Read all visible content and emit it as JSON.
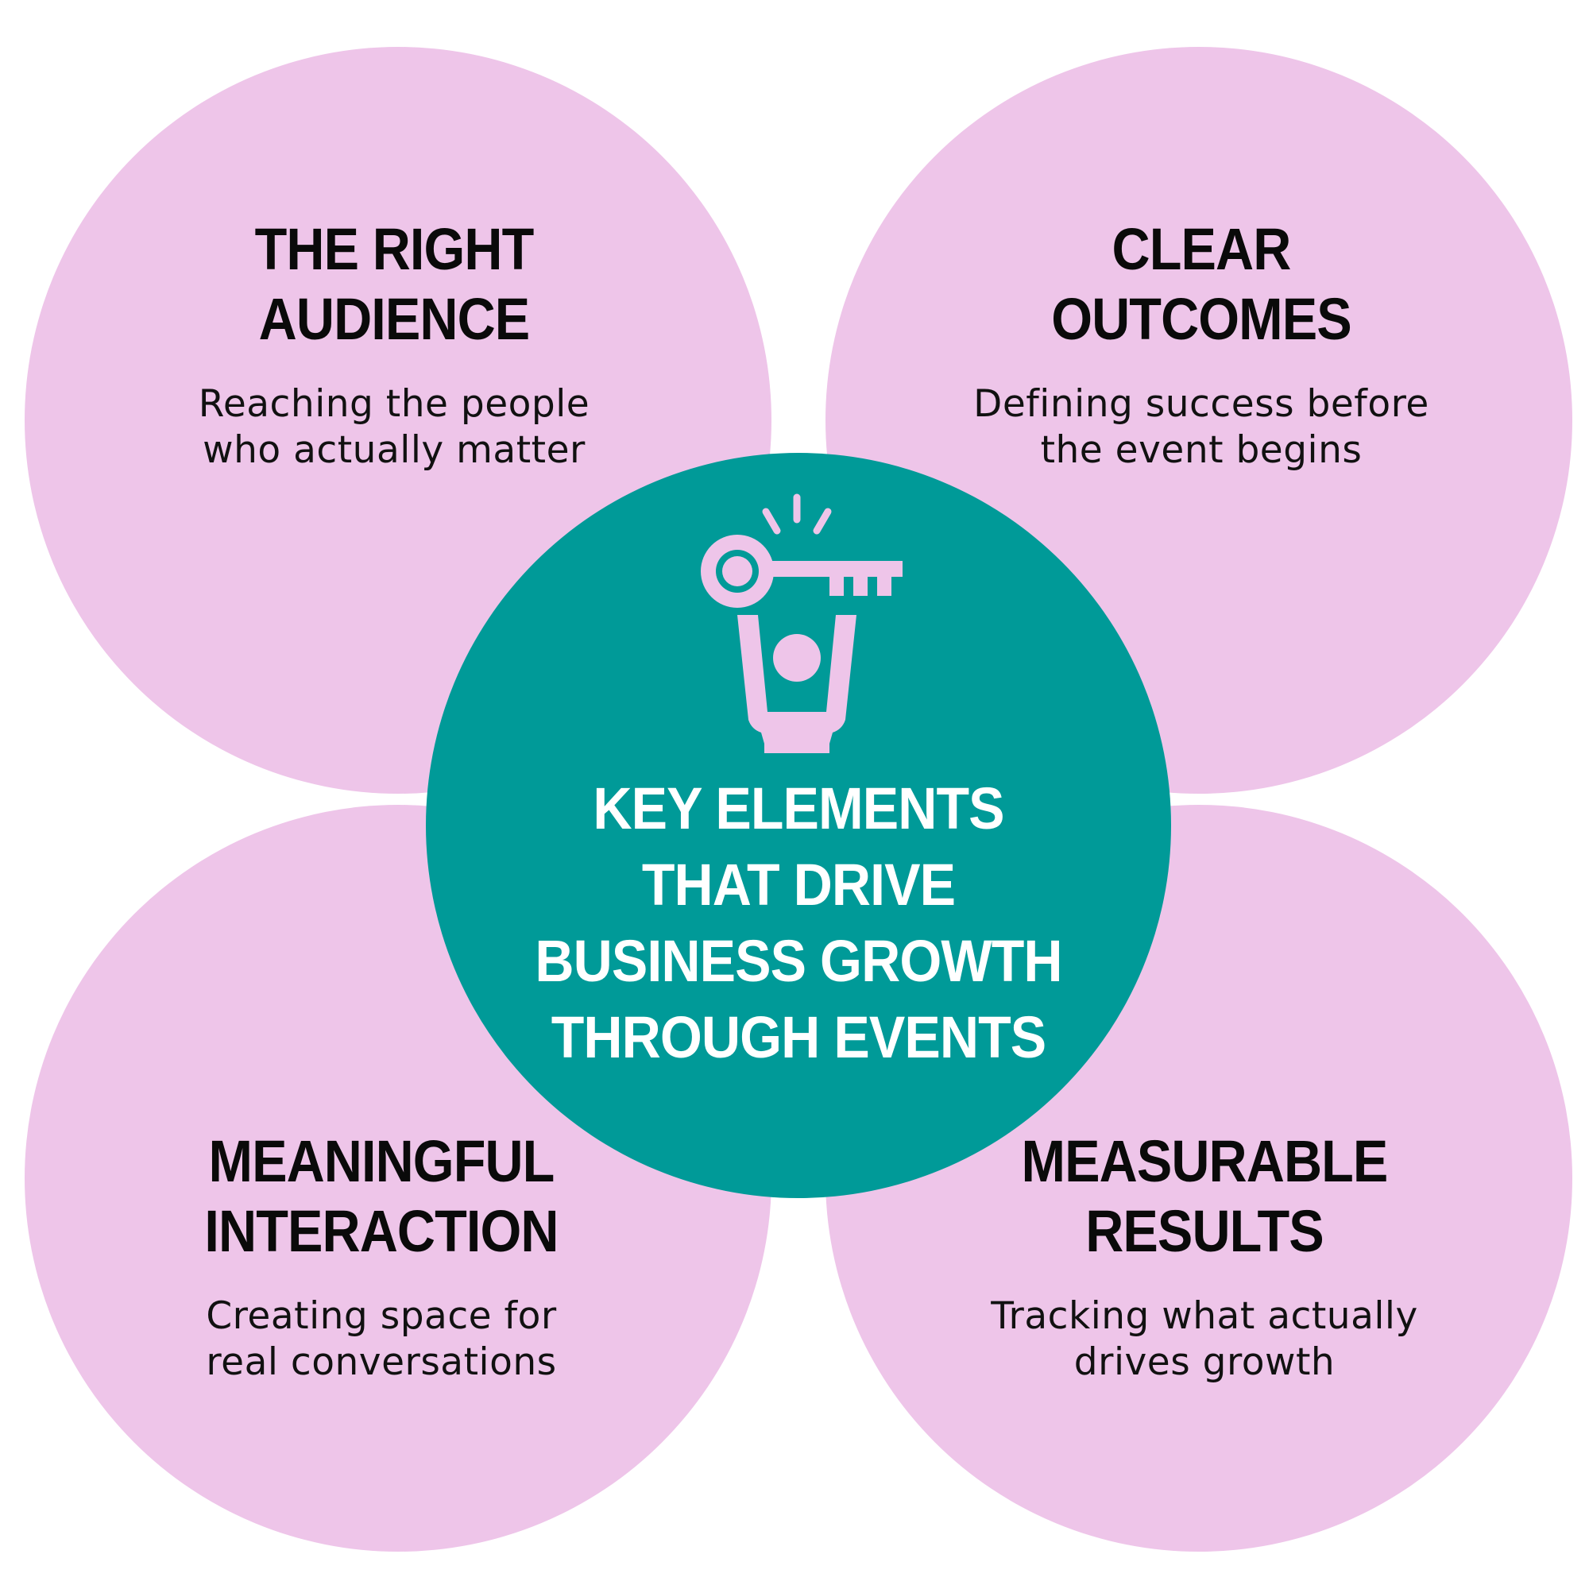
{
  "center": {
    "title_lines": [
      "KEY ELEMENTS",
      "THAT DRIVE",
      "BUSINESS GROWTH",
      "THROUGH EVENTS"
    ],
    "icon": "person-holding-key-icon"
  },
  "elements": {
    "top_left": {
      "title_lines": [
        "THE RIGHT",
        "AUDIENCE"
      ],
      "desc_lines": [
        "Reaching the people",
        "who actually matter"
      ]
    },
    "top_right": {
      "title_lines": [
        "CLEAR",
        "OUTCOMES"
      ],
      "desc_lines": [
        "Defining success before",
        "the event begins"
      ]
    },
    "bottom_left": {
      "title_lines": [
        "MEANINGFUL",
        "INTERACTION"
      ],
      "desc_lines": [
        "Creating space for",
        "real conversations"
      ]
    },
    "bottom_right": {
      "title_lines": [
        "MEASURABLE",
        "RESULTS"
      ],
      "desc_lines": [
        "Tracking what actually",
        "drives growth"
      ]
    }
  },
  "colors": {
    "petal": "#eec5e9",
    "center": "#009a98",
    "title_text": "#0a0a0a",
    "center_text": "#ffffff",
    "icon": "#eec5e9"
  }
}
